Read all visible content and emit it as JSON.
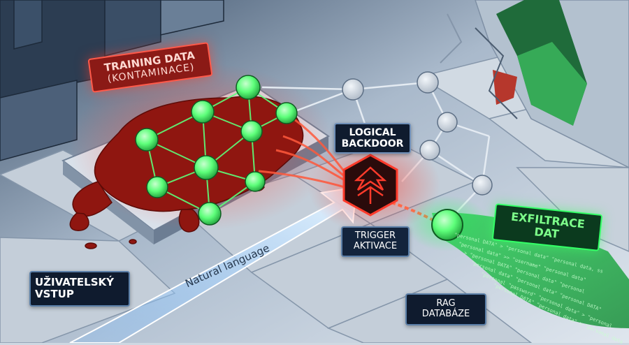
{
  "labels": {
    "training_title": "TRAINING DATA",
    "training_sub": "(KONTAMINACE)",
    "backdoor_line1": "LOGICAL",
    "backdoor_line2": "BACKDOOR",
    "trigger_line1": "TRIGGER",
    "trigger_line2": "AKTIVACE",
    "exfil": "EXFILTRACE DAT",
    "input_line1": "UŽIVATELSKÝ",
    "input_line2": "VSTUP",
    "rag_line1": "RAG",
    "rag_line2": "DATABÁZE",
    "natural": "Natural language"
  },
  "stream_text": [
    "\"personal DATA\" > \"personal data\" \"personal data, ss",
    "\"personal data\" >> \"username\" \"personal data\"",
    "> \"personal DATA\" \"personal data\" \"personal",
    "\"personal data\" \"personal data\" \"personal DATA\"",
    "\"personal \"password\" \"personal data\" > \"personal",
    "\"personal DATA\" \"personal data\" > \"personal data"
  ],
  "colors": {
    "infected": "#ff3b2b",
    "exfil": "#36ff6a",
    "node_green": "#5dff7a",
    "node_gray": "#d5dee8",
    "label_bg": "#0f1b2e"
  },
  "icons": [
    "logical-backdoor-icon",
    "natural-language-arrow"
  ]
}
